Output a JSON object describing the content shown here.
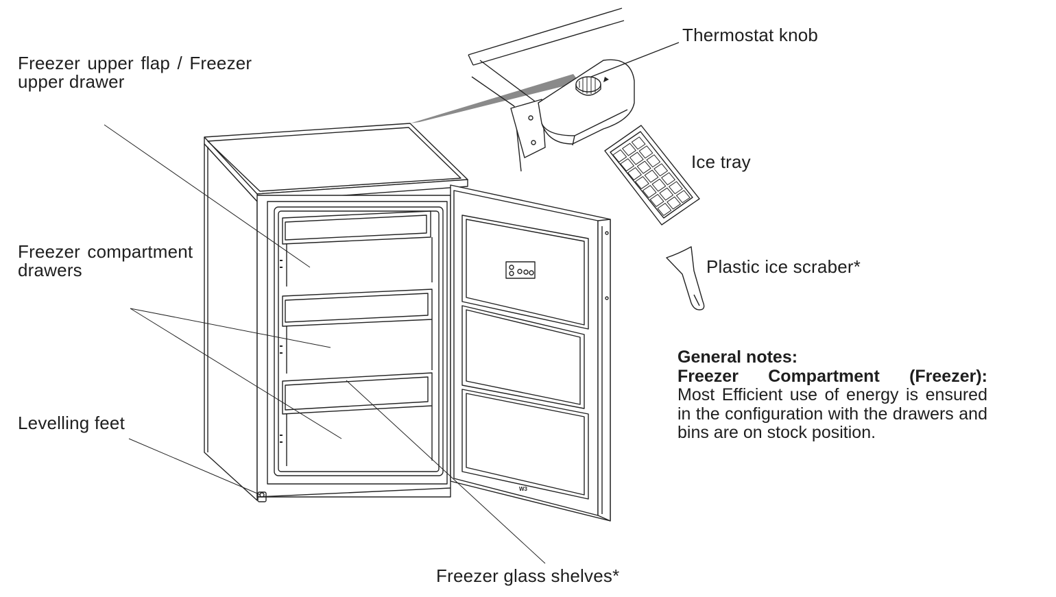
{
  "labels": {
    "thermostat": "Thermostat knob",
    "upper_flap_line1": "Freezer upper flap / Freezer",
    "upper_flap_line2": "upper drawer",
    "ice_tray": "Ice tray",
    "ice_scraper": "Plastic ice scraber*",
    "compartment_line1": "Freezer compartment",
    "compartment_line2": "drawers",
    "levelling_feet": "Levelling feet",
    "glass_shelves": "Freezer glass shelves*"
  },
  "notes": {
    "title": "General notes:",
    "subtitle": "Freezer Compartment (Freezer):",
    "body": "Most Efficient use of energy is ensured in the configuration with the drawers and bins are on stock position."
  },
  "colors": {
    "line": "#222222",
    "callout_wedge": "#8a8a8a",
    "text": "#1e1e1e"
  }
}
